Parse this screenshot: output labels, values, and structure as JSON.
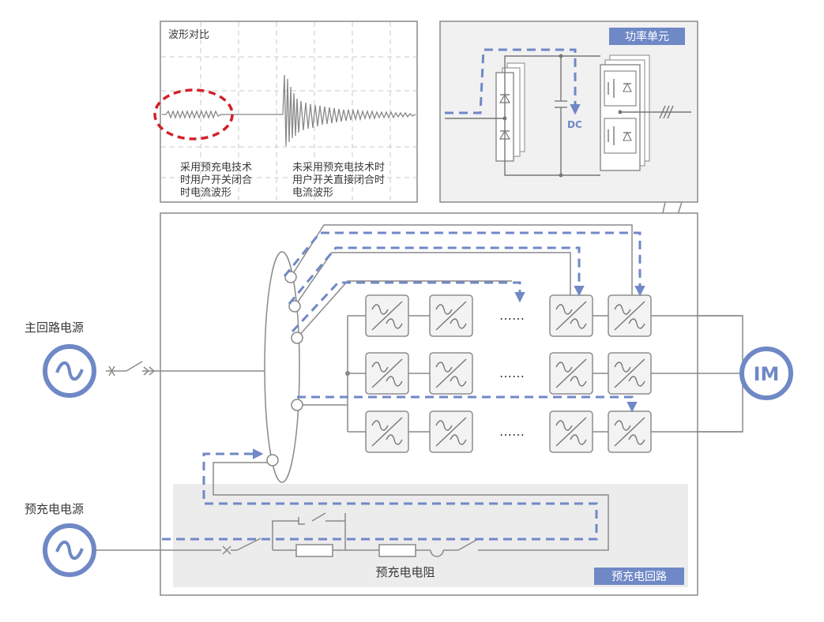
{
  "waveform_panel": {
    "title": "波形对比",
    "caption_with": [
      "采用预充电技术",
      "时用户开关闭合",
      "时电流波形"
    ],
    "caption_without": [
      "未采用预充电技术时",
      "用户开关直接闭合时",
      "电流波形"
    ]
  },
  "power_unit_panel": {
    "title": "功率单元",
    "dc_label": "DC"
  },
  "sources": {
    "main_power_label": "主回路电源",
    "precharge_power_label": "预充电电源",
    "source_symbol": "~"
  },
  "precharge": {
    "resistor_label": "预充电电阻",
    "circuit_label": "预充电回路"
  },
  "motor": {
    "label": "IM"
  },
  "ellipsis": "……",
  "colors": {
    "accent_blue": "#6f88c6",
    "highlight_red": "#d4202a",
    "panel_gray": "#f1f1f1"
  }
}
